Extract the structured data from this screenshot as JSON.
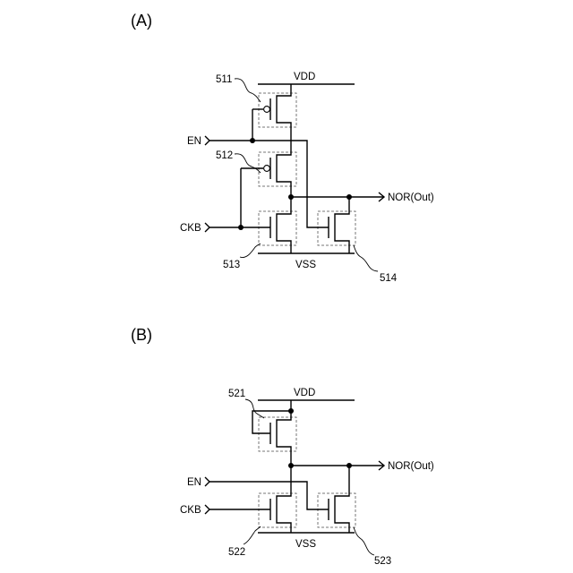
{
  "figure_a": {
    "title": "(A)",
    "vdd": "VDD",
    "vss": "VSS",
    "en": "EN",
    "ckb": "CKB",
    "out": "NOR(Out)",
    "refs": [
      "511",
      "512",
      "513",
      "514"
    ]
  },
  "figure_b": {
    "title": "(B)",
    "vdd": "VDD",
    "vss": "VSS",
    "en": "EN",
    "ckb": "CKB",
    "out": "NOR(Out)",
    "refs": [
      "521",
      "522",
      "523"
    ]
  }
}
